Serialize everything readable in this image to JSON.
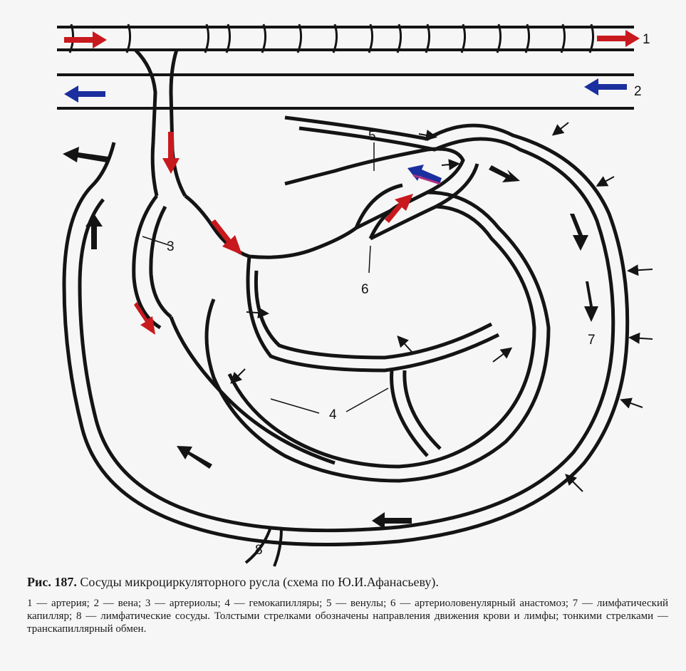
{
  "labels": {
    "n1": "1",
    "n2": "2",
    "n3": "3",
    "n4": "4",
    "n5": "5",
    "n6": "6",
    "n7": "7",
    "n8": "8"
  },
  "caption": {
    "fig_no": "Рис. 187.",
    "title": "Сосуды микроциркуляторного русла (схема по Ю.И.Афанасьеву).",
    "legend_1": "1 — артерия; 2 — вена; 3 — артериолы; 4 — гемокапилляры; 5 — венулы; 6 — артериоловенулярный анастомоз; 7 — лимфатический капилляр; 8 — лимфатические сосуды.",
    "legend_2": "Толстыми стрелками обозначены направления движения крови и лимфы; тонкими стрелками — транскапиллярный обмен."
  },
  "colors": {
    "artery_arrow": "#c8191e",
    "vein_arrow": "#1c2f9e",
    "vessel": "#141414",
    "background": "#f6f6f6"
  }
}
